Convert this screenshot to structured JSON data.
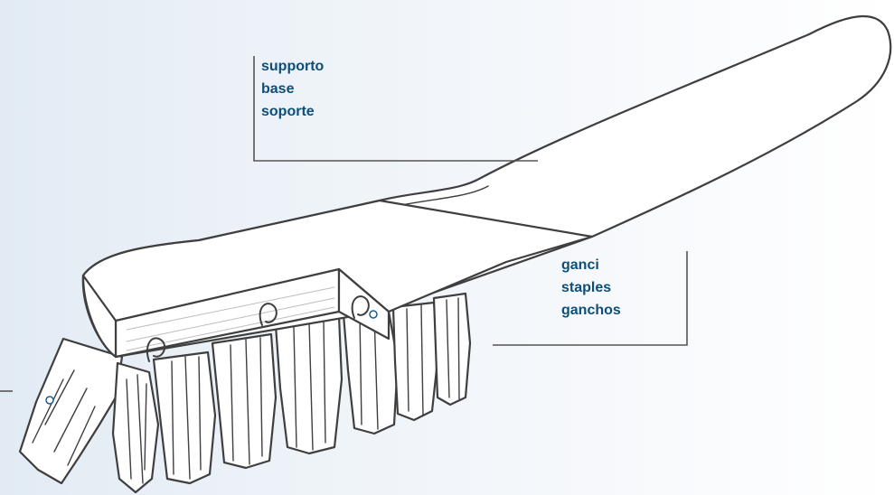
{
  "colors": {
    "label_text": "#0d4e7a",
    "leader_line": "#555555",
    "brush_outline": "#3f3f3f",
    "brush_fill": "#ffffff"
  },
  "labels": {
    "support": {
      "it": "supporto",
      "en": "base",
      "es": "soporte"
    },
    "staples": {
      "it": "ganci",
      "en": "staples",
      "es": "ganchos"
    }
  }
}
